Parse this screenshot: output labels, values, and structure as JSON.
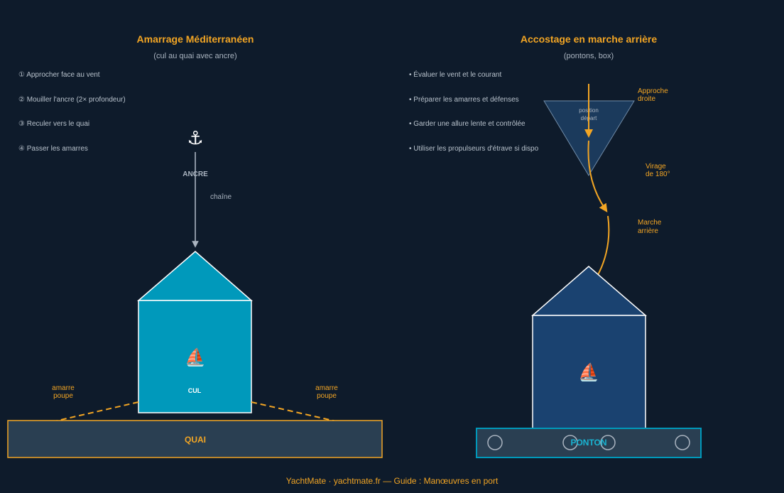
{
  "colors": {
    "background": "#0e1b2b",
    "accent": "#f2a524",
    "teal": "#0099bb",
    "navy": "#1a4270",
    "quay": "#2a3f52",
    "ponton_text": "#19b3d1"
  },
  "left": {
    "title": "Amarrage Méditerranéen",
    "subtitle": "(cul au quai avec ancre)",
    "steps": [
      "① Approcher face au vent",
      "② Mouiller l'ancre (2× profondeur)",
      "③ Reculer vers le quai",
      "④ Passer les amarres"
    ],
    "anchor_icon": "⚓",
    "anchor_label": "ANCRE",
    "chain_label": "chaîne",
    "boat_icon": "sailboat-icon",
    "boat_glyph": "⛵",
    "stern_label": "CUL",
    "mooring_left_l1": "amarre",
    "mooring_left_l2": "poupe",
    "mooring_right_l1": "amarre",
    "mooring_right_l2": "poupe",
    "quay_label": "QUAI"
  },
  "right": {
    "title": "Accostage en marche arrière",
    "subtitle": "(pontons, box)",
    "tips": [
      "• Évaluer le vent et le courant",
      "• Préparer les amarres et défenses",
      "• Garder une allure lente et contrôlée",
      "• Utiliser les propulseurs d'étrave si dispo"
    ],
    "start_l1": "position",
    "start_l2": "départ",
    "approach_l1": "Approche",
    "approach_l2": "droite",
    "turn_l1": "Virage",
    "turn_l2": "de 180°",
    "reverse_l1": "Marche",
    "reverse_l2": "arrière",
    "boat_icon": "sailboat-icon",
    "boat_glyph": "⛵",
    "ponton_label": "PONTON"
  },
  "footer": "YachtMate · yachtmate.fr — Guide : Manœuvres en port"
}
